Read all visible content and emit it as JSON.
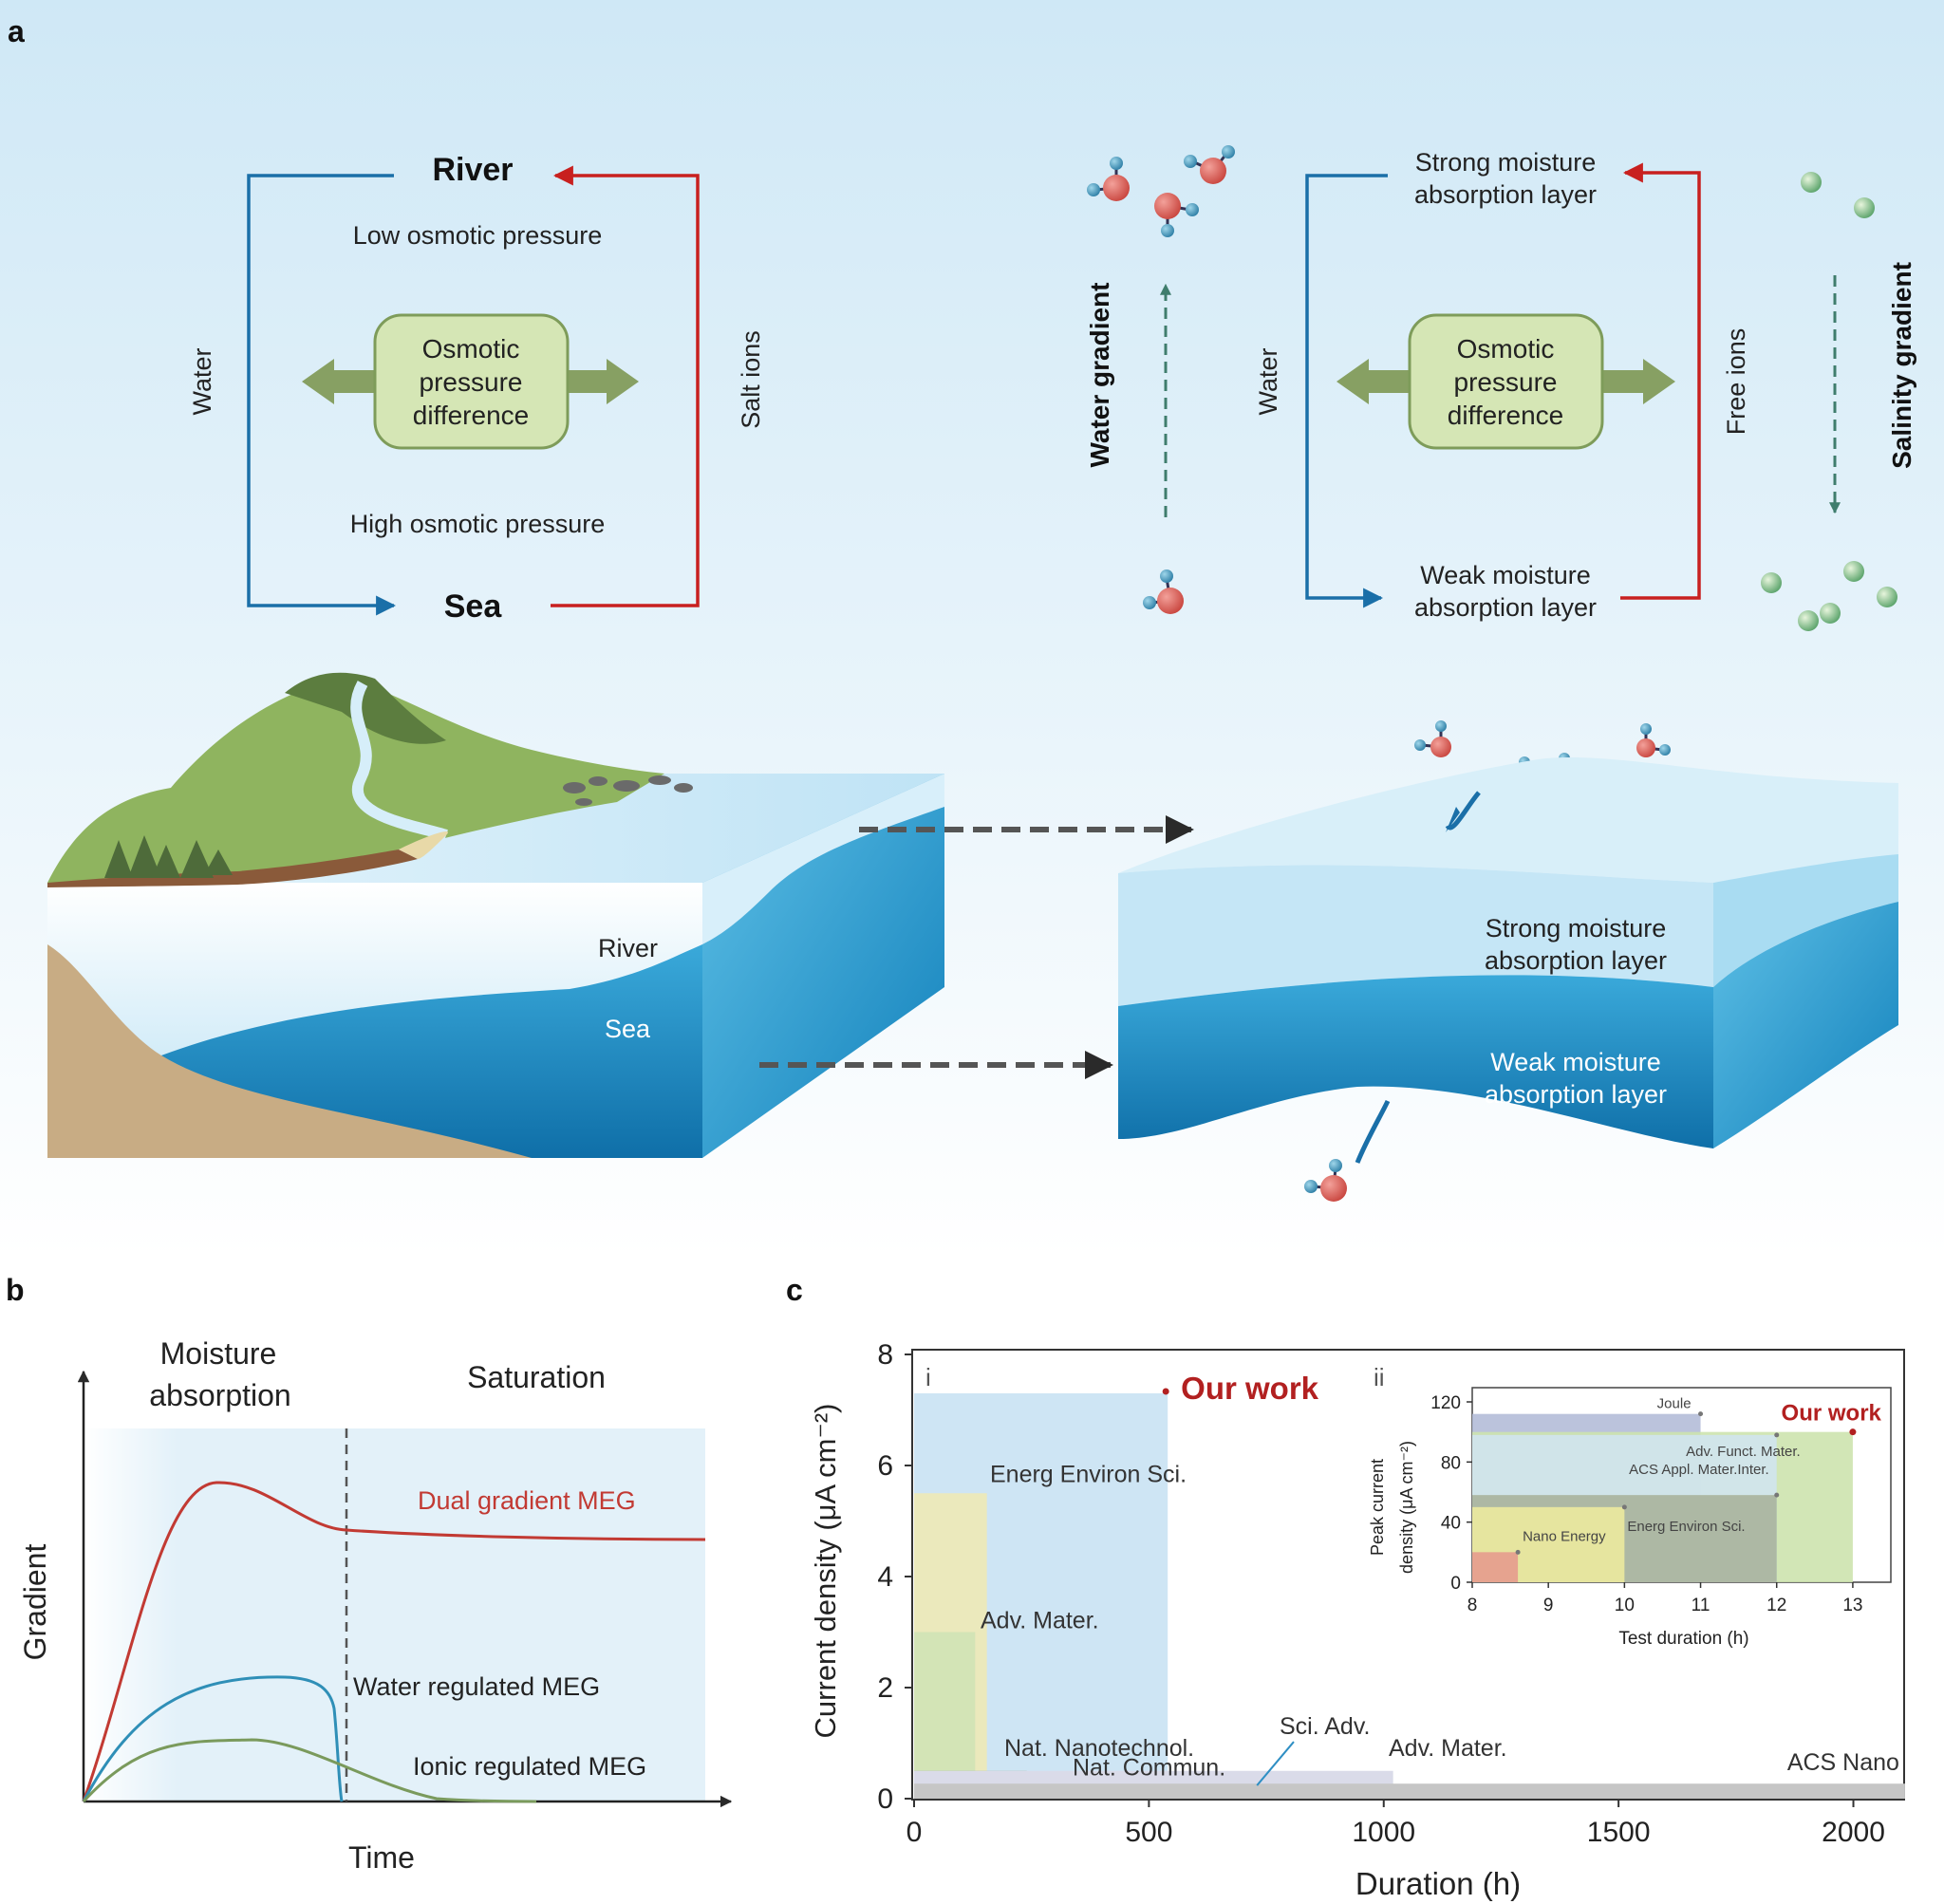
{
  "panel_a": {
    "letter": "a",
    "left_cycle": {
      "top_label": "River",
      "bottom_label": "Sea",
      "low_pressure": "Low osmotic pressure",
      "high_pressure": "High osmotic pressure",
      "center_box": [
        "Osmotic",
        "pressure",
        "difference"
      ],
      "left_side_label": "Water",
      "right_side_label": "Salt ions"
    },
    "right_cycle": {
      "top_label": [
        "Strong moisture",
        "absorption layer"
      ],
      "bottom_label": [
        "Weak moisture",
        "absorption layer"
      ],
      "center_box": [
        "Osmotic",
        "pressure",
        "difference"
      ],
      "left_side_label": "Water",
      "right_side_label": "Free ions"
    },
    "water_gradient_label": "Water gradient",
    "salinity_gradient_label": "Salinity gradient",
    "block_left": {
      "river_label": "River",
      "sea_label": "Sea"
    },
    "block_right": {
      "strong_label": [
        "Strong moisture",
        "absorption layer"
      ],
      "weak_label": [
        "Weak moisture",
        "absorption layer"
      ]
    },
    "colors": {
      "water_arrow": "#1a6fa8",
      "salt_arrow": "#c8201f",
      "box_fill": "#d5e6b5",
      "box_stroke": "#7e9c5a",
      "big_arrow": "#87a063",
      "sea": "#1d8cc4"
    }
  },
  "panel_b": {
    "letter": "b",
    "phase1": [
      "Moisture",
      "absorption"
    ],
    "phase2": "Saturation",
    "ylabel": "Gradient",
    "xlabel": "Time",
    "curves": [
      {
        "label": "Dual gradient MEG",
        "color": "#c23a33"
      },
      {
        "label": "Water regulated MEG",
        "color": "#2f8fb7"
      },
      {
        "label": "Ionic regulated MEG",
        "color": "#7a9a5c"
      }
    ]
  },
  "chart_data": {
    "type": "bar",
    "panel_letter": "c",
    "subpanel_main": "i",
    "subpanel_inset": "ii",
    "xlabel": "Duration (h)",
    "ylabel": "Current density (μA cm⁻²)",
    "xlim": [
      0,
      2100
    ],
    "ylim": [
      0,
      8
    ],
    "xticks": [
      0,
      500,
      1000,
      1500,
      2000
    ],
    "yticks": [
      0,
      2,
      4,
      6,
      8
    ],
    "grid": false,
    "bars": [
      {
        "label": "Our work",
        "duration": 540,
        "current_density": 7.3,
        "color": "#c6e0f2",
        "highlight": true
      },
      {
        "label": "Energ Environ Sci.",
        "duration": 155,
        "current_density": 5.5,
        "color": "#f0eab2"
      },
      {
        "label": "Adv. Mater.",
        "duration": 130,
        "current_density": 3.0,
        "color": "#cfe3b5"
      },
      {
        "label": "Nat. Nanotechnol.",
        "duration": 240,
        "current_density": 0.5,
        "color": "#8fa889"
      },
      {
        "label": "Nat. Commun.",
        "duration": 730,
        "current_density": 0.35,
        "color": "#c0504d"
      },
      {
        "label": "Sci. Adv.",
        "duration": 720,
        "current_density": 0.17,
        "color": "#2f8fc4"
      },
      {
        "label": "Adv. Mater.",
        "duration": 1020,
        "current_density": 0.5,
        "color": "#dadbe9"
      },
      {
        "label": "ACS Nano",
        "duration": 2110,
        "current_density": 0.27,
        "color": "#c6c6c6"
      }
    ],
    "inset": {
      "xlabel": "Test duration (h)",
      "ylabel": [
        "Peak current",
        "density (μA cm⁻²)"
      ],
      "xlim": [
        8,
        13.5
      ],
      "ylim": [
        0,
        120
      ],
      "xticks": [
        8,
        9,
        10,
        11,
        12,
        13
      ],
      "yticks": [
        0,
        40,
        80,
        120
      ],
      "bars": [
        {
          "label": "Joule",
          "duration": 11.0,
          "current_density": 112,
          "color": "#b4bcd8"
        },
        {
          "label": "Our work",
          "duration": 13.0,
          "current_density": 100,
          "color": "#cde3ae",
          "highlight": true
        },
        {
          "label": "Adv. Funct. Mater.",
          "duration": 12.0,
          "current_density": 98,
          "color": "#d0e4ee"
        },
        {
          "label": "ACS Appl. Mater.Inter.",
          "duration": 12.0,
          "current_density": 58,
          "color": "#a8b39c"
        },
        {
          "label": "Energ Environ Sci.",
          "duration": 10.0,
          "current_density": 50,
          "color": "#ecea9e"
        },
        {
          "label": "Nano Energy",
          "duration": 8.6,
          "current_density": 20,
          "color": "#e59b8d"
        }
      ]
    }
  }
}
